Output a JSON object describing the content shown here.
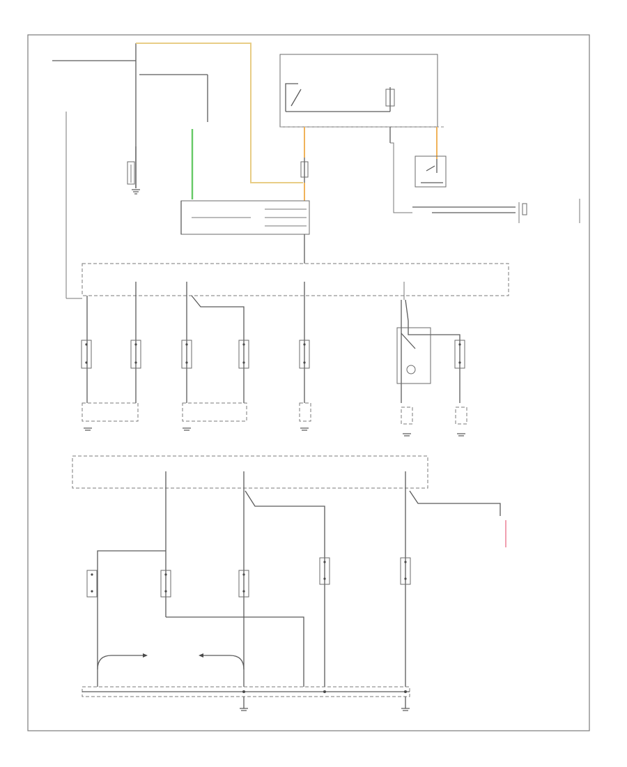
{
  "figure_id": "",
  "colors": {
    "tan_wire": "#e8cd86",
    "green_wire": "#66c966",
    "orange_wire": "#f0b35a",
    "pink_wire": "#f0a0b0",
    "ink": "#5a5a5a"
  },
  "icons": [
    "ground-symbol",
    "splice-dot",
    "switch-contact",
    "lamp-bulb",
    "connector-arrow"
  ]
}
